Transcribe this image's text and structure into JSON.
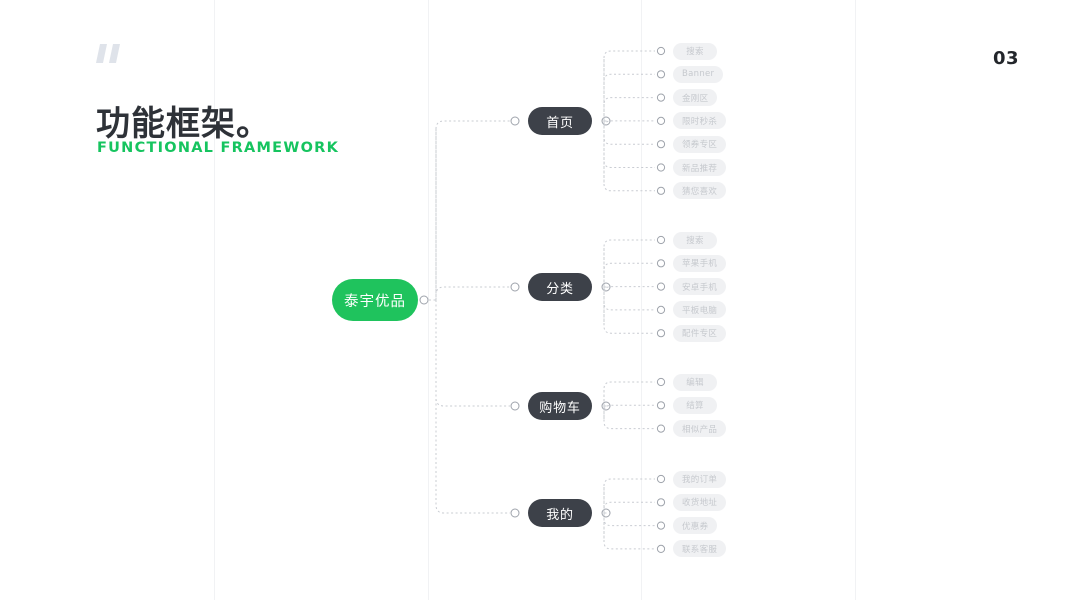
{
  "page": {
    "number": "03",
    "title": "功能框架。",
    "subtitle": "FUNCTIONAL FRAMEWORK",
    "accent_color": "#16c45f",
    "root_color": "#1fc35d",
    "branch_color": "#3d4149",
    "leaf_bg_color": "#f0f1f3",
    "leaf_text_color": "#c6c9ce",
    "background_color": "#ffffff",
    "guide_line_color": "#f1f2f4"
  },
  "mindmap": {
    "root": {
      "label": "泰宇优品"
    },
    "branches": [
      {
        "label": "首页",
        "leaves": [
          {
            "label": "搜索"
          },
          {
            "label": "Banner"
          },
          {
            "label": "金刚区"
          },
          {
            "label": "限时秒杀"
          },
          {
            "label": "领券专区"
          },
          {
            "label": "新品推荐"
          },
          {
            "label": "猜您喜欢"
          }
        ]
      },
      {
        "label": "分类",
        "leaves": [
          {
            "label": "搜索"
          },
          {
            "label": "苹果手机"
          },
          {
            "label": "安卓手机"
          },
          {
            "label": "平板电脑"
          },
          {
            "label": "配件专区"
          }
        ]
      },
      {
        "label": "购物车",
        "leaves": [
          {
            "label": "编辑"
          },
          {
            "label": "结算"
          },
          {
            "label": "相似产品"
          }
        ]
      },
      {
        "label": "我的",
        "leaves": [
          {
            "label": "我的订单"
          },
          {
            "label": "收货地址"
          },
          {
            "label": "优惠券"
          },
          {
            "label": "联系客服"
          }
        ]
      }
    ]
  }
}
